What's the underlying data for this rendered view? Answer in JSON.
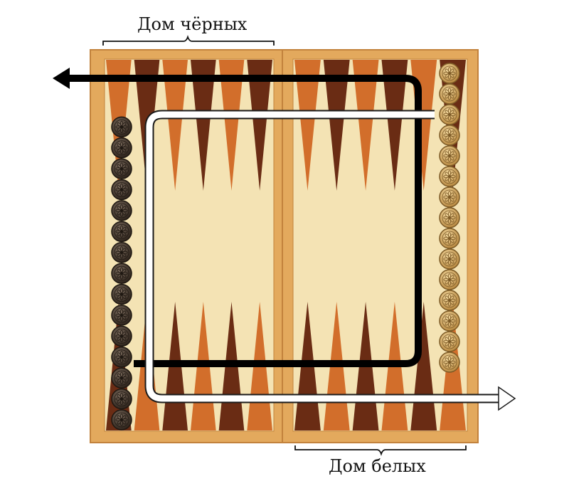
{
  "labels": {
    "black_home": "Дом чёрных",
    "white_home": "Дом белых"
  },
  "board": {
    "points_per_row_per_half": 6,
    "colors": {
      "frame": "#e3a95d",
      "frame_edge": "#c2823c",
      "field": "#f4e3b4",
      "triangle_dark": "#6a2c14",
      "triangle_light": "#d26e2b"
    }
  },
  "checkers": {
    "black": {
      "count": 15,
      "icon": "rosette-icon",
      "color": "#4a3b30"
    },
    "white": {
      "count": 15,
      "icon": "rosette-icon",
      "color": "#d8ad63"
    }
  },
  "arrows": {
    "black_path_color": "#000000",
    "white_path_color": "#ffffff"
  }
}
